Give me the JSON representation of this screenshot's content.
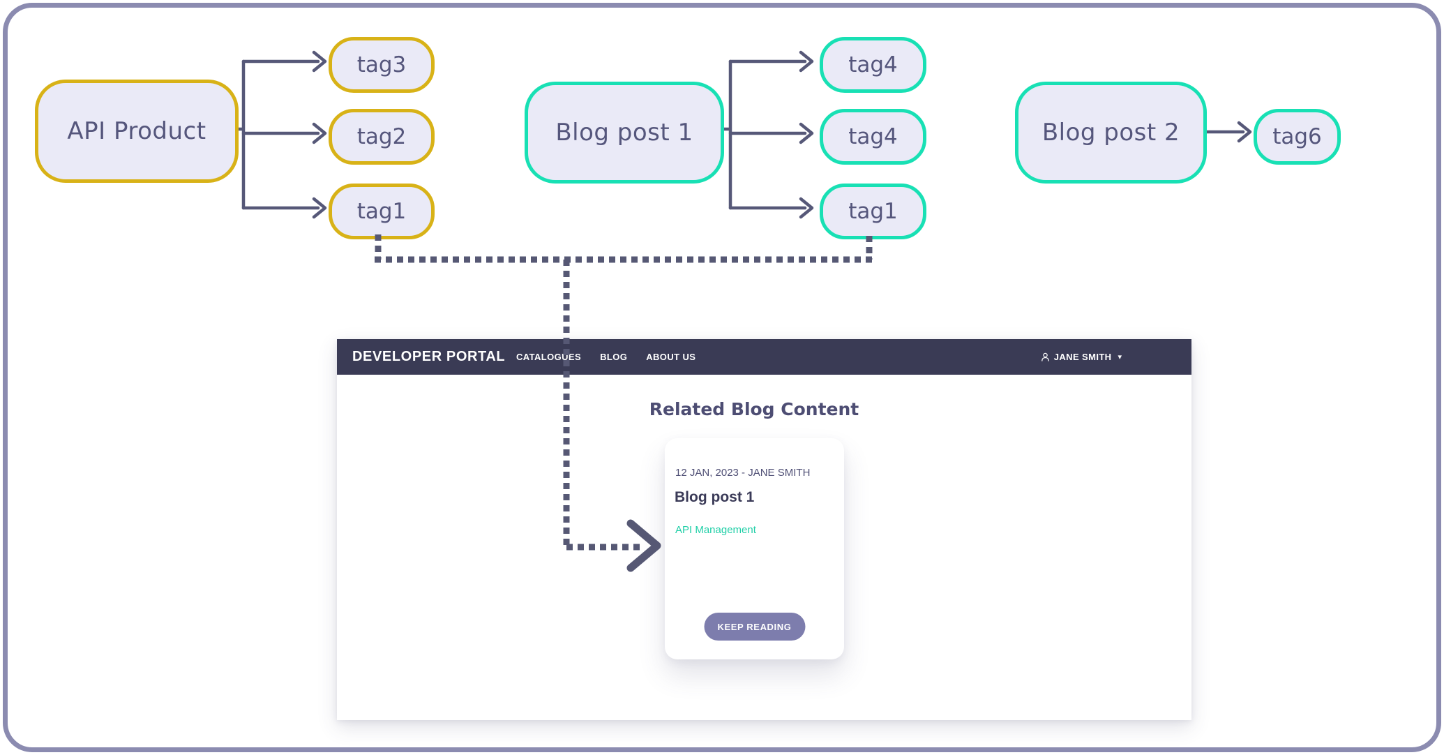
{
  "frame": {
    "border_color": "#8b8bb0"
  },
  "diagram": {
    "node_fill": "#eaeaf7",
    "node_text_color": "#55567c",
    "connector_color": "#565878",
    "dotted_color": "#565874",
    "api_product": {
      "label": "API Product",
      "accent": "#d8b217",
      "tags": [
        "tag3",
        "tag2",
        "tag1"
      ]
    },
    "blog_post_1": {
      "label": "Blog post 1",
      "accent": "#18e0b4",
      "tags": [
        "tag4",
        "tag4",
        "tag1"
      ]
    },
    "blog_post_2": {
      "label": "Blog post 2",
      "accent": "#18e0b4",
      "tags": [
        "tag6"
      ]
    }
  },
  "portal": {
    "header": {
      "brand": "DEVELOPER PORTAL",
      "nav": [
        "CATALOGUES",
        "BLOG",
        "ABOUT US"
      ],
      "user": "JANE SMITH",
      "bg": "#3a3b55"
    },
    "heading": "Related Blog Content",
    "card": {
      "meta": "12 JAN, 2023 - JANE SMITH",
      "title": "Blog post 1",
      "tag_link": "API Management",
      "tag_link_color": "#20cfa7",
      "button_label": "KEEP READING",
      "button_bg": "#7d7dad"
    }
  }
}
